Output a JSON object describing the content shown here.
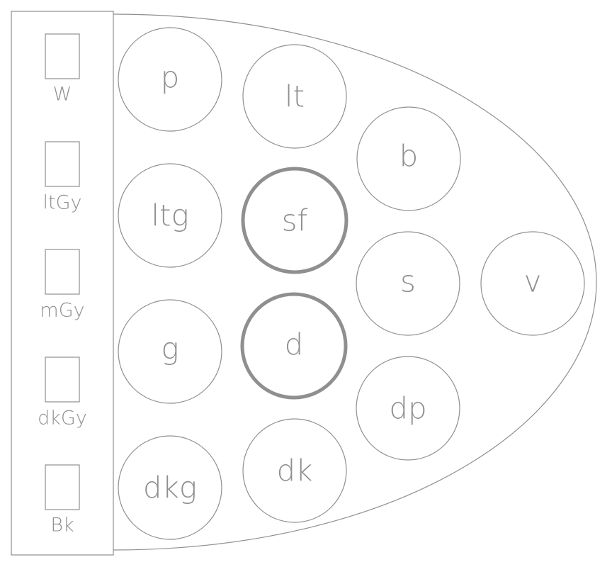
{
  "grays": [
    {
      "id": "w",
      "label": "W"
    },
    {
      "id": "ltgy",
      "label": "ltGy"
    },
    {
      "id": "mgy",
      "label": "mGy"
    },
    {
      "id": "dkgy",
      "label": "dkGy"
    },
    {
      "id": "bk",
      "label": "Bk"
    }
  ],
  "tones": [
    {
      "id": "p",
      "label": "p"
    },
    {
      "id": "ltg",
      "label": "ltg"
    },
    {
      "id": "g",
      "label": "g"
    },
    {
      "id": "dkg",
      "label": "dkg"
    },
    {
      "id": "lt",
      "label": "lt"
    },
    {
      "id": "sf",
      "label": "sf"
    },
    {
      "id": "d",
      "label": "d"
    },
    {
      "id": "dk",
      "label": "dk"
    },
    {
      "id": "b",
      "label": "b"
    },
    {
      "id": "s",
      "label": "s"
    },
    {
      "id": "dp",
      "label": "dp"
    },
    {
      "id": "v",
      "label": "v"
    }
  ],
  "emphasized": [
    "sf",
    "d"
  ],
  "colors": {
    "line": "#8f8f8f",
    "background": "#ffffff"
  }
}
